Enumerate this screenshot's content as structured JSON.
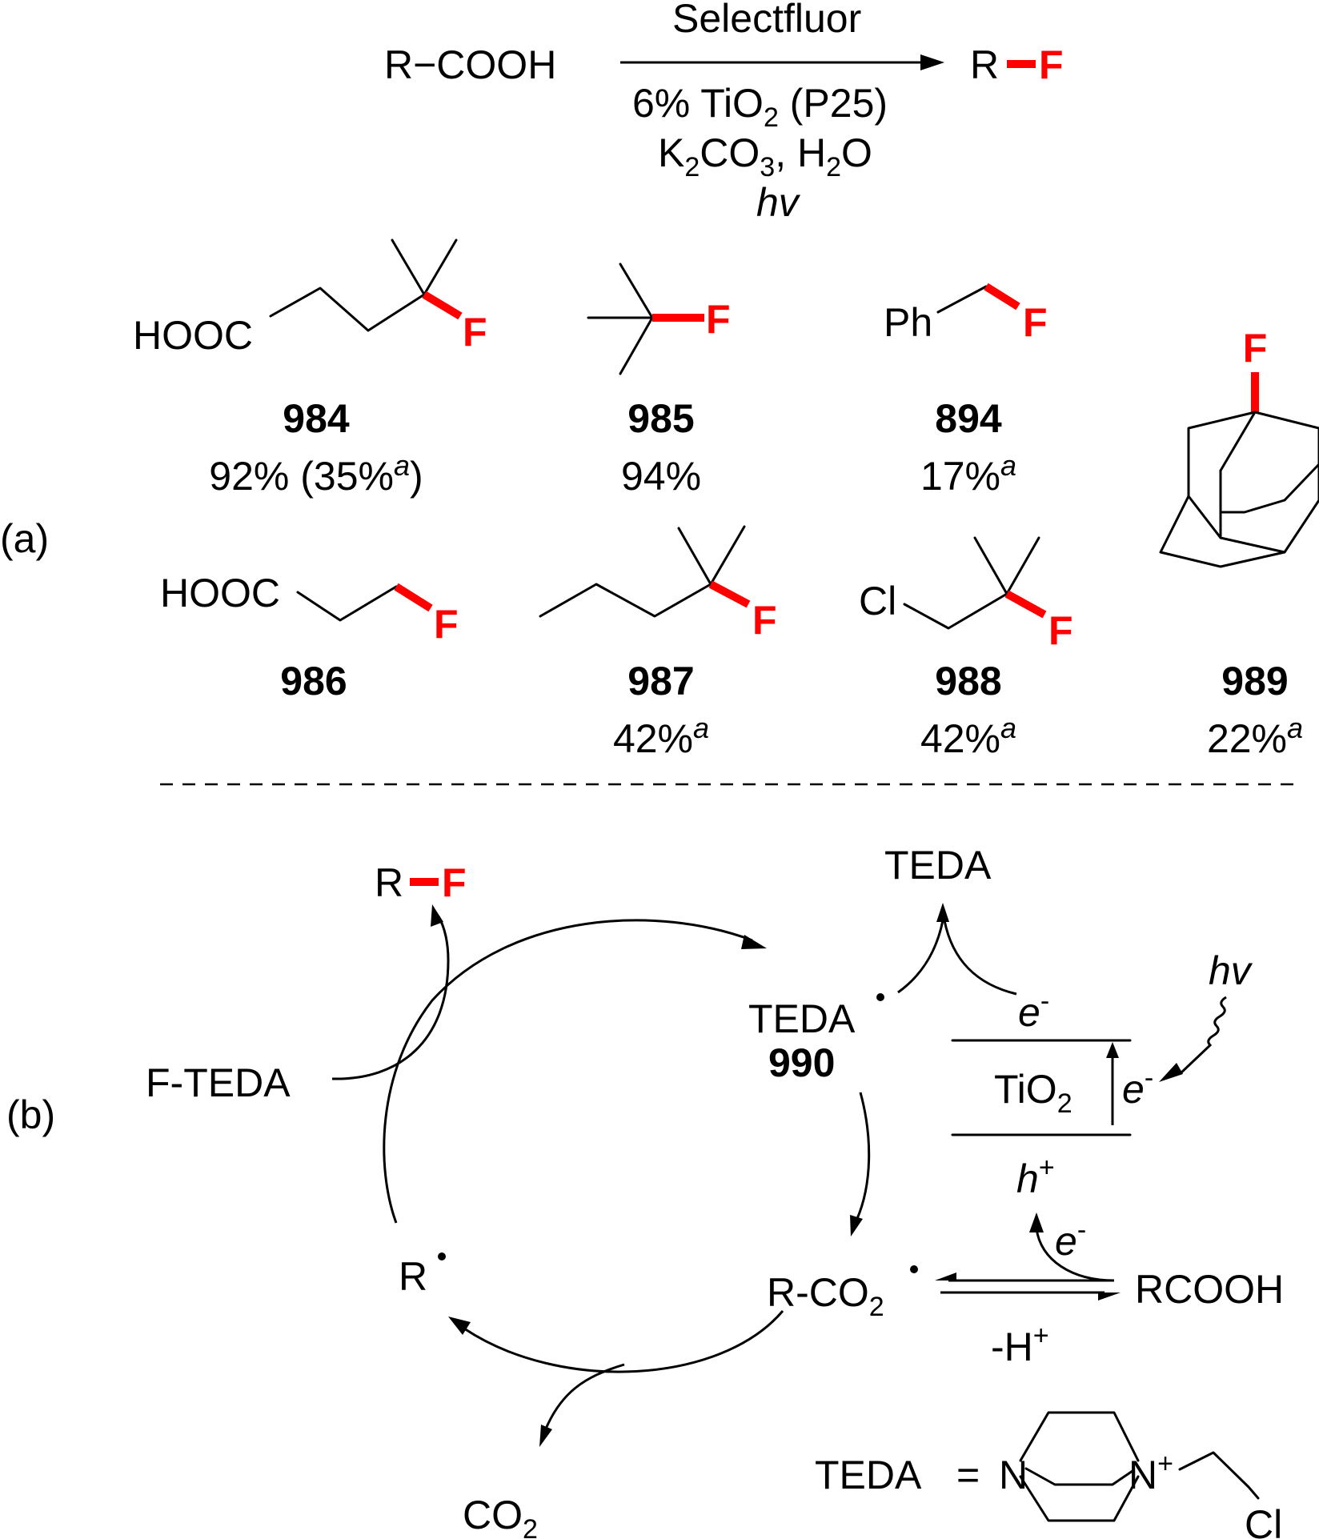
{
  "reaction": {
    "reactant": "R−COOH",
    "reagent_above": "Selectfluor",
    "conditions_line1_a": "6% TiO",
    "conditions_line1_sub": "2",
    "conditions_line1_b": " (P25)",
    "conditions_line2_a": "K",
    "conditions_line2_sub1": "2",
    "conditions_line2_b": "CO",
    "conditions_line2_sub2": "3",
    "conditions_line2_c": ", H",
    "conditions_line2_sub3": "2",
    "conditions_line2_d": "O",
    "conditions_line3": "hv",
    "product_r": "R",
    "product_f": "F"
  },
  "panel_labels": {
    "a": "(a)",
    "b": "(b)"
  },
  "compounds": [
    {
      "id": "984",
      "yield": "92% (35%",
      "sup": "a",
      "tail": ")",
      "label_hooc": "HOOC",
      "f": "F"
    },
    {
      "id": "985",
      "yield": "94%",
      "sup": "",
      "tail": "",
      "f": "F"
    },
    {
      "id": "894",
      "yield": "17%",
      "sup": "a",
      "tail": "",
      "label_ph": "Ph",
      "f": "F"
    },
    {
      "id": "986",
      "yield": "",
      "sup": "",
      "tail": "",
      "label_hooc": "HOOC",
      "f": "F"
    },
    {
      "id": "987",
      "yield": "42%",
      "sup": "a",
      "tail": "",
      "f": "F"
    },
    {
      "id": "988",
      "yield": "42%",
      "sup": "a",
      "tail": "",
      "label_cl": "Cl",
      "f": "F"
    },
    {
      "id": "989",
      "yield": "22%",
      "sup": "a",
      "tail": "",
      "f": "F"
    }
  ],
  "mechanism": {
    "rf_r": "R",
    "rf_f": "F",
    "teda_top": "TEDA",
    "teda_radical": "TEDA",
    "radical_id": "990",
    "e_minus_top": "e",
    "minus": "-",
    "hv": "hv",
    "tio2_a": "TiO",
    "tio2_sub": "2",
    "e_minus_right": "e",
    "h_plus": "h",
    "plus": "+",
    "e_minus_lower": "e",
    "f_teda": "F-TEDA",
    "r_radical": "R",
    "rco2_a": "R-CO",
    "rco2_sub": "2",
    "rcooh": "RCOOH",
    "minus_h_plus_a": "-H",
    "minus_h_plus_sup": "+",
    "co2_a": "CO",
    "co2_sub": "2"
  },
  "teda_definition": {
    "label": "TEDA",
    "equals": "=",
    "n_left": "N",
    "n_right": "N",
    "n_plus": "+",
    "cl": "Cl"
  },
  "colors": {
    "highlight": "#ff0000",
    "ink": "#000000"
  }
}
